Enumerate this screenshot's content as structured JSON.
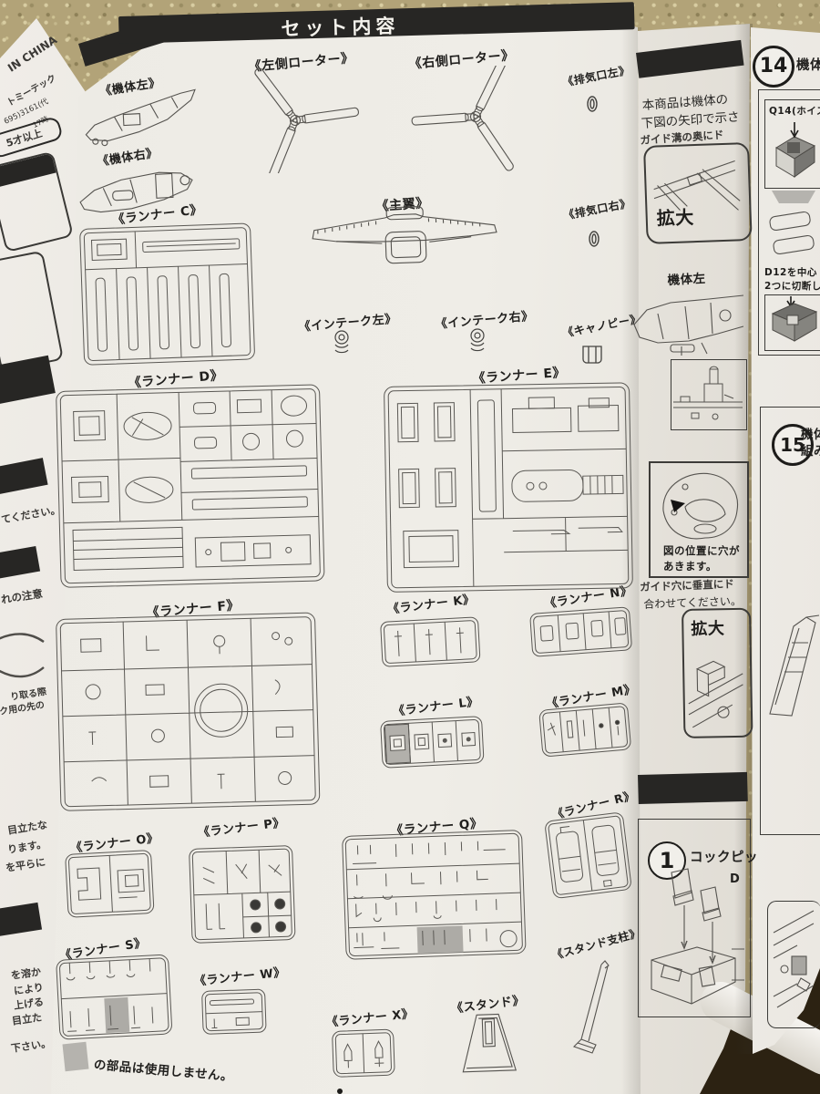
{
  "banner": {
    "title": "セット内容"
  },
  "parts": {
    "fuselage_left": "《機体左》",
    "fuselage_right": "《機体右》",
    "rotor_left": "《左側ローター》",
    "rotor_right": "《右側ローター》",
    "exhaust_left": "《排気口左》",
    "exhaust_right": "《排気口右》",
    "main_wing": "《主翼》",
    "intake_left": "《インテーク左》",
    "intake_right": "《インテーク右》",
    "canopy": "《キャノピー》",
    "runner_c": "《ランナー C》",
    "runner_d": "《ランナー D》",
    "runner_e": "《ランナー E》",
    "runner_f": "《ランナー F》",
    "runner_k": "《ランナー K》",
    "runner_n": "《ランナー N》",
    "runner_l": "《ランナー L》",
    "runner_m": "《ランナー M》",
    "runner_o": "《ランナー O》",
    "runner_p": "《ランナー P》",
    "runner_q": "《ランナー Q》",
    "runner_r": "《ランナー R》",
    "runner_s": "《ランナー S》",
    "runner_w": "《ランナー W》",
    "runner_x": "《ランナー X》",
    "stand": "《スタンド》",
    "stand_support": "《スタンド支柱》"
  },
  "notes": {
    "unused": "の部品は使用しません。"
  },
  "left_fold": {
    "in_china": "IN CHINA",
    "company": "トミーテック",
    "phone": "695)3161(代",
    "hours": "17時",
    "age_limit": "5才以上",
    "f1": "てください。",
    "f2": "れの注意",
    "f3": "り取る際",
    "f4": "ク用の先の",
    "f5": "目立たな",
    "f6": "ります。",
    "f7": "を平らに",
    "f8": "を溶か",
    "f9": "により",
    "f10": "上げる",
    "f11": "目立た",
    "f12": "下さい。"
  },
  "middle_page": {
    "intro1": "本商品は機体の",
    "intro2": "下図の矢印で示さ",
    "guide": "ガイド溝の奥にド",
    "zoom1": "拡大",
    "fuselage_left": "機体左",
    "hole1": "図の位置に穴が",
    "hole2": "あきます。",
    "vert1": "ガイド穴に垂直にド",
    "vert2": "合わせてください。",
    "zoom2": "拡大",
    "step1_num": "1",
    "step1_title": "コックピッ",
    "step1_callout": "D"
  },
  "right_page": {
    "step14_num": "14",
    "step14_title": "機体",
    "q14_label": "Q14(ホイス",
    "d12_line1": "D12を中心",
    "d12_line2": "2つに切断し",
    "step15_num": "15",
    "step15_line1": "機体",
    "step15_line2": "組み"
  }
}
